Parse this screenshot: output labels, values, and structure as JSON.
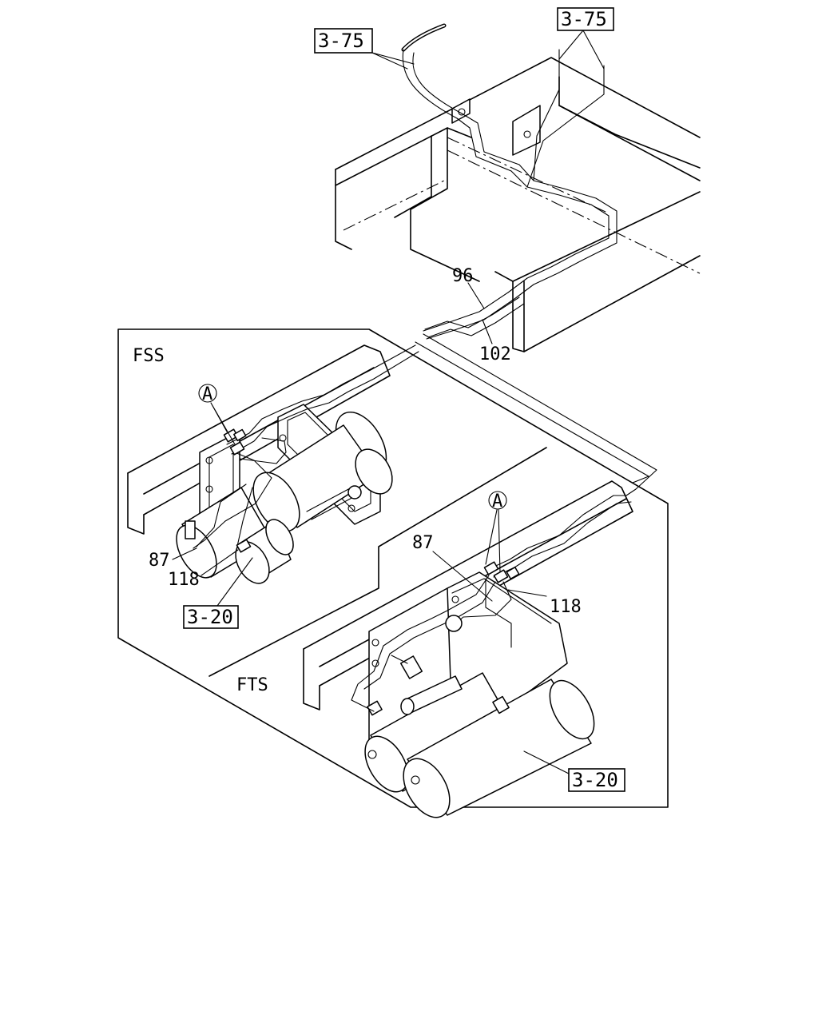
{
  "labels": {
    "ref_top_left": "3-75",
    "ref_top_right": "3-75",
    "part_96": "96",
    "part_102": "102",
    "section_fss": "FSS",
    "section_fts": "FTS",
    "circle_a_fss": "A",
    "circle_a_fts": "A",
    "part_87_fss": "87",
    "part_118_fss": "118",
    "ref_fss_bottom": "3-20",
    "part_87_fts": "87",
    "part_118_fts": "118",
    "ref_fts_bottom": "3-20"
  }
}
